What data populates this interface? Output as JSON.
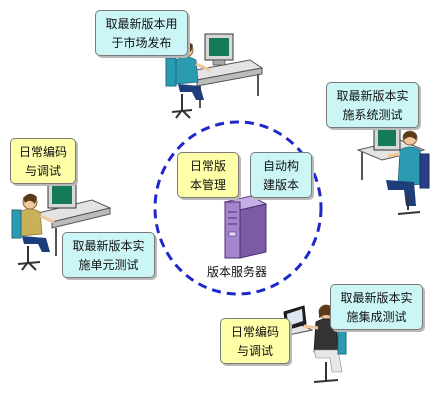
{
  "colors": {
    "ring": "#1f28c8",
    "cyan_box": "#ccf6f6",
    "yellow_box": "#ffffa8",
    "server": "#a07ec8"
  },
  "icons": [
    "desk-worker-icon",
    "laptop-worker-icon",
    "server-icon"
  ],
  "nodes": {
    "release": {
      "line1": "取最新版本用",
      "line2": "于市场发布"
    },
    "system_test": {
      "line1": "取最新版本实",
      "line2": "施系统测试"
    },
    "dev_left": {
      "line1": "日常编码",
      "line2": "与调试"
    },
    "unit_test": {
      "line1": "取最新版本实",
      "line2": "施单元测试"
    },
    "integration_test": {
      "line1": "取最新版本实",
      "line2": "施集成测试"
    },
    "dev_bottom": {
      "line1": "日常编码",
      "line2": "与调试"
    }
  },
  "center": {
    "version_mgmt": {
      "line1": "日常版",
      "line2": "本管理"
    },
    "auto_build": {
      "line1": "自动构",
      "line2": "建版本"
    },
    "server_label": "版本服务器"
  }
}
